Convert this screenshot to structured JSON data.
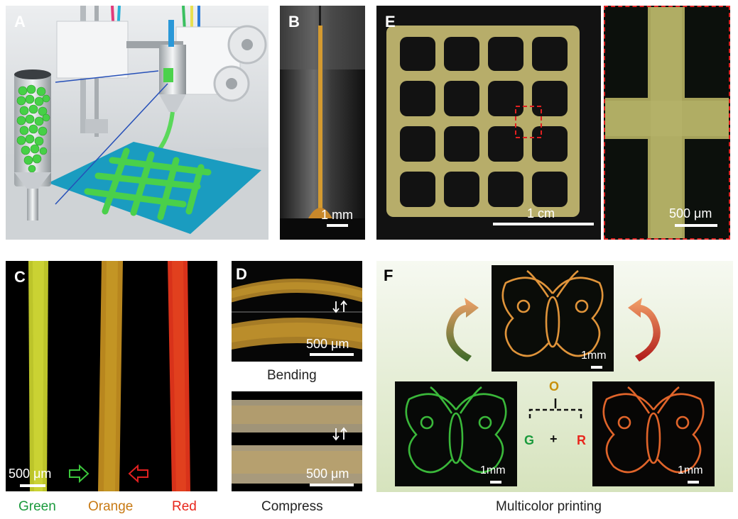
{
  "panels": {
    "A": {
      "label": "A"
    },
    "B": {
      "label": "B",
      "scale": "1 mm"
    },
    "C": {
      "label": "C",
      "scale": "500 μm",
      "captions": [
        "Green",
        "Orange",
        "Red"
      ]
    },
    "D": {
      "label": "D",
      "scale_top": "500 μm",
      "scale_bottom": "500 μm",
      "caption_top": "Bending",
      "caption_bottom": "Compress"
    },
    "E": {
      "label": "E",
      "scale": "1 cm",
      "inset_scale": "500 μm"
    },
    "F": {
      "label": "F",
      "scale_top": "1mm",
      "scale_left": "1mm",
      "scale_right": "1mm",
      "mix_o": "O",
      "mix_g": "G",
      "mix_plus": "+",
      "mix_r": "R",
      "caption": "Multicolor printing"
    }
  },
  "colors": {
    "green": "#1a9a3c",
    "orange": "#c87a14",
    "red": "#e8261c",
    "inset_border": "#e02020",
    "panel_f_bg": "#dfe9cc"
  }
}
